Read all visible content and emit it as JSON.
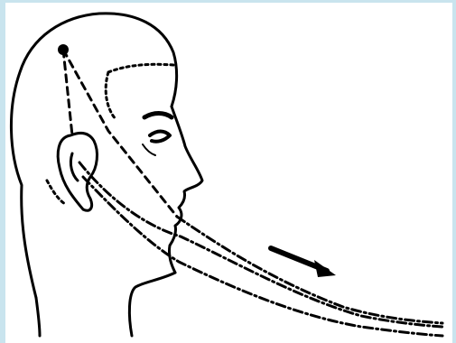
{
  "colors": {
    "ink": "#000000",
    "background": "#ffffff",
    "frame": "#c9e4ee"
  },
  "illustration": {
    "subject": "head-profile-facing-right",
    "paths": [
      {
        "name": "crown-to-mouth",
        "style": "dashed"
      },
      {
        "name": "ear-to-chin",
        "style": "dash-dot"
      },
      {
        "name": "ear-to-jaw",
        "style": "dash-dot"
      }
    ],
    "arrow_direction": "down-right"
  }
}
